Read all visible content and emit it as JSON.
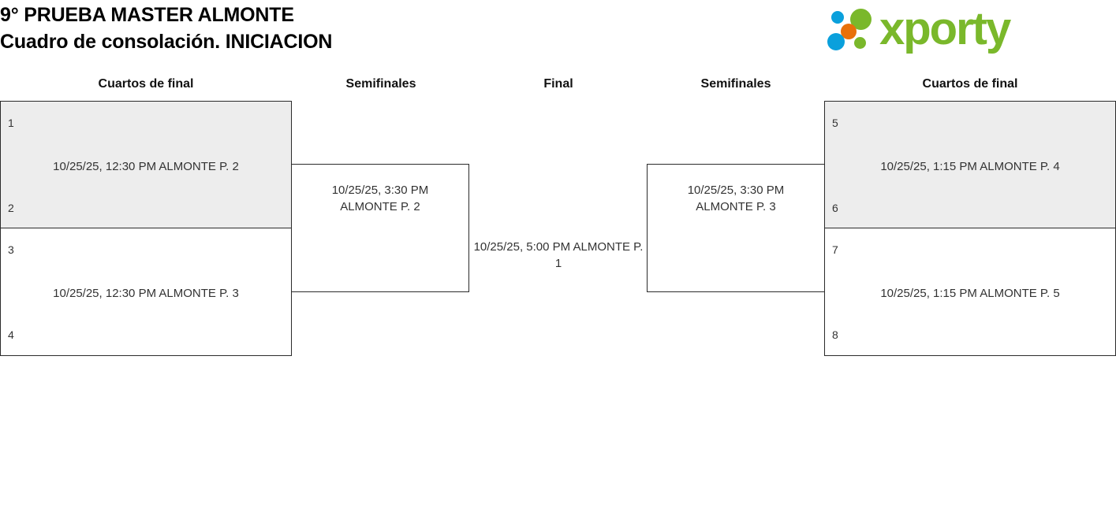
{
  "header": {
    "title_line1": "9° PRUEBA MASTER ALMONTE",
    "title_line2": "Cuadro de consolación. INICIACION",
    "logo": {
      "wordmark": "xporty",
      "dots": [
        {
          "name": "blue-small",
          "color": "#0aa0dc"
        },
        {
          "name": "green-large",
          "color": "#7ab82b"
        },
        {
          "name": "orange-mid",
          "color": "#e8700a"
        },
        {
          "name": "blue-large",
          "color": "#0aa0dc"
        },
        {
          "name": "green-small",
          "color": "#7ab82b"
        }
      ]
    }
  },
  "rounds": {
    "left_quarterfinals": "Cuartos de final",
    "left_semifinals": "Semifinales",
    "final": "Final",
    "right_semifinals": "Semifinales",
    "right_quarterfinals": "Cuartos de final"
  },
  "bracket": {
    "left": {
      "quarterfinals": [
        {
          "seed_top": "1",
          "seed_bottom": "2",
          "label": "10/25/25, 12:30 PM ALMONTE P. 2",
          "shaded": true
        },
        {
          "seed_top": "3",
          "seed_bottom": "4",
          "label": "10/25/25, 12:30 PM ALMONTE P. 3",
          "shaded": false
        }
      ],
      "semifinal": {
        "label": "10/25/25, 3:30 PM ALMONTE P. 2"
      }
    },
    "final": {
      "label": "10/25/25, 5:00 PM ALMONTE P. 1"
    },
    "right": {
      "semifinal": {
        "label": "10/25/25, 3:30 PM ALMONTE P. 3"
      },
      "quarterfinals": [
        {
          "seed_top": "5",
          "seed_bottom": "6",
          "label": "10/25/25, 1:15 PM ALMONTE P. 4",
          "shaded": true
        },
        {
          "seed_top": "7",
          "seed_bottom": "8",
          "label": "10/25/25, 1:15 PM ALMONTE P. 5",
          "shaded": false
        }
      ]
    }
  },
  "colors": {
    "shaded_box": "#ededed",
    "border": "#2b2b2b",
    "text": "#333333",
    "brand_green": "#7ab82b",
    "brand_blue": "#0aa0dc",
    "brand_orange": "#e8700a"
  }
}
